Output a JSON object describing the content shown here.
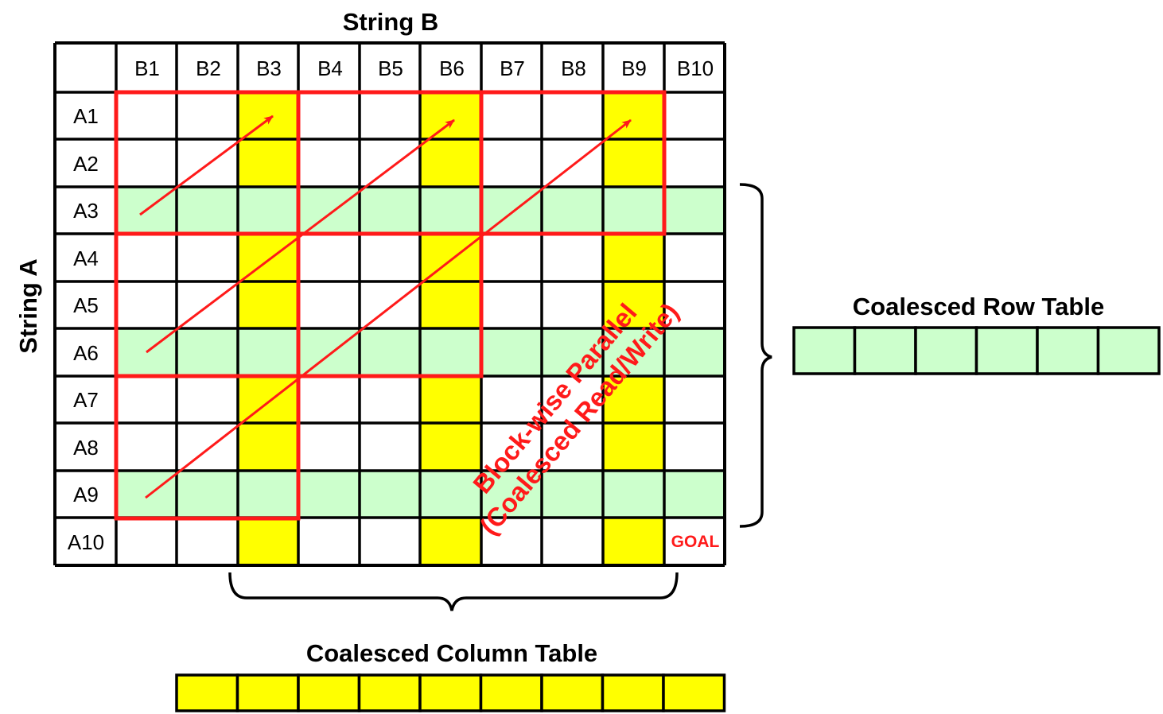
{
  "diagram": {
    "string_b_label": "String B",
    "string_a_label": "String A",
    "column_labels": [
      "B1",
      "B2",
      "B3",
      "B4",
      "B5",
      "B6",
      "B7",
      "B8",
      "B9",
      "B10"
    ],
    "row_labels": [
      "A1",
      "A2",
      "A3",
      "A4",
      "A5",
      "A6",
      "A7",
      "A8",
      "A9",
      "A10"
    ],
    "goal_label": "GOAL",
    "coalesced_row_table": {
      "label": "Coalesced Row Table",
      "cells": 6
    },
    "coalesced_column_table": {
      "label": "Coalesced Column Table",
      "cells": 9
    },
    "annotation": {
      "line1": "Block-wise Parallel",
      "line2": "(Coalesced Read/Write)"
    },
    "highlighted_rows": [
      "A3",
      "A6",
      "A9"
    ],
    "highlighted_columns": [
      "B3",
      "B6",
      "B9"
    ],
    "colors": {
      "row_highlight": "#ccffcc",
      "column_highlight": "#ffff00",
      "block_outline": "#ff1a1a",
      "grid": "#000000"
    }
  }
}
